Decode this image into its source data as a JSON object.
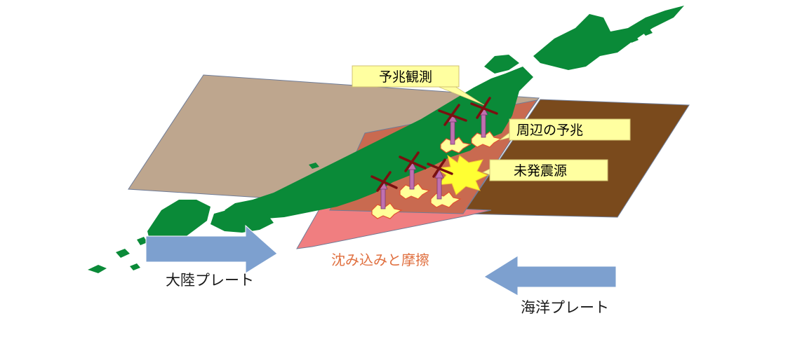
{
  "labels": {
    "precursor_observation": "予兆観測",
    "surrounding_precursor": "周辺の予兆",
    "future_epicenter": "未発震源",
    "subduction_friction": "沈み込みと摩擦",
    "continental_plate": "大陸プレート",
    "oceanic_plate": "海洋プレート"
  },
  "colors": {
    "continental_plate": "#bea68e",
    "oceanic_plate": "#7a4a1c",
    "subduction_zone": "#c96a50",
    "subducting_plate": "#f07e80",
    "land": "#0a8a38",
    "arrow": "#7da0cf",
    "callout_fill": "#ffffa0",
    "cross_mark": "#7a1010",
    "observation_arrow": "#c070b0",
    "epicenter": "#ffff33"
  }
}
